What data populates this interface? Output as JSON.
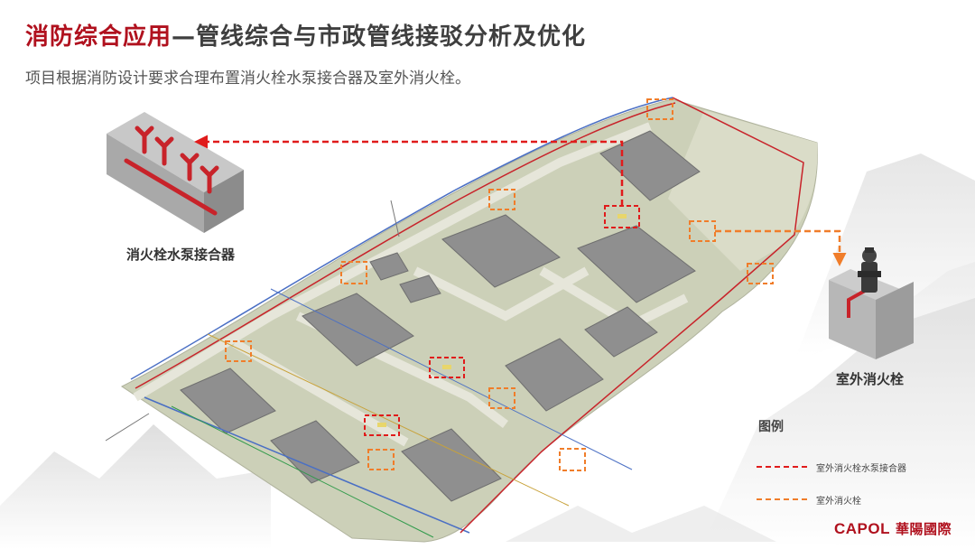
{
  "header": {
    "title_accent": "消防综合应用",
    "title_rest": "—管线综合与市政管线接驳分析及优化",
    "subtitle": "项目根据消防设计要求合理布置消火栓水泵接合器及室外消火栓。"
  },
  "callouts": {
    "pump_connector_label": "消火栓水泵接合器",
    "outdoor_hydrant_label": "室外消火栓"
  },
  "legend": {
    "title": "图例",
    "items": [
      {
        "label": "室外消火栓水泵接合器",
        "color": "#e01b1b"
      },
      {
        "label": "室外消火栓",
        "color": "#f07d2a"
      }
    ]
  },
  "brand": {
    "name": "CAPOL",
    "name_cn": "華陽國際"
  },
  "colors": {
    "accent": "#b0111e",
    "pump_marker": "#e01b1b",
    "hydrant_marker": "#f07d2a",
    "site_ground": "#ccd0b8",
    "building": "#8f8f8f",
    "pipe_red": "#c8232a"
  }
}
